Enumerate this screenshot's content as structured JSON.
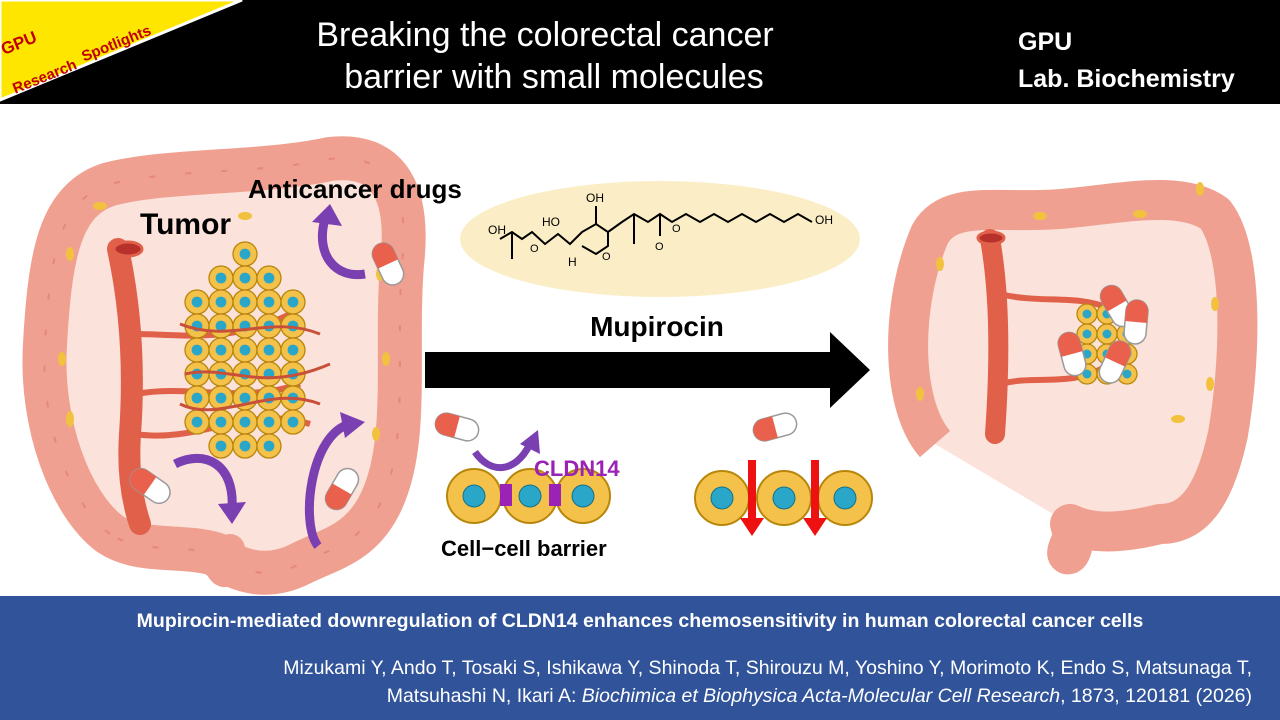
{
  "badge": {
    "line1": "GPU",
    "line2": "Research",
    "line3": "Spotlights"
  },
  "header": {
    "title_line1": "Breaking the colorectal cancer",
    "title_line2": "barrier with small molecules",
    "affil_line1": "GPU",
    "affil_line2": "Lab. Biochemistry"
  },
  "diagram": {
    "tumor_label": "Tumor",
    "drugs_label": "Anticancer drugs",
    "compound_label": "Mupirocin",
    "cldn_label": "CLDN14",
    "barrier_label": "Cell−cell barrier",
    "molecule": {
      "oh1": "OH",
      "oh2": "OH",
      "ho": "HO",
      "oh3": "OH",
      "h": "H",
      "o1": "O",
      "o2": "O",
      "o3": "O",
      "o4": "O"
    }
  },
  "footer": {
    "paper_title": "Mupirocin-mediated downregulation of CLDN14 enhances chemosensitivity in human colorectal cancer cells",
    "authors_line1": "Mizukami Y, Ando T, Tosaki S, Ishikawa Y, Shinoda T, Shirouzu M, Yoshino Y, Morimoto K, Endo S, Matsunaga T,",
    "authors_line2_prefix": "Matsuhashi N, Ikari A: ",
    "journal": "Biochimica et Biophysica Acta-Molecular Cell Research",
    "citation_suffix": ", 1873, 120181 (2026)"
  },
  "colors": {
    "header_bg": "#000000",
    "badge_yellow": "#ffe600",
    "badge_text": "#c00000",
    "footer_bg": "#30539a",
    "intestine": "#f0a090",
    "artery": "#e0604a",
    "cell": "#f4c24a",
    "nucleus": "#2aa6c8",
    "junction": "#9a22b4",
    "arrow_purple": "#7a3fb0",
    "red_arrow": "#ee1111"
  }
}
